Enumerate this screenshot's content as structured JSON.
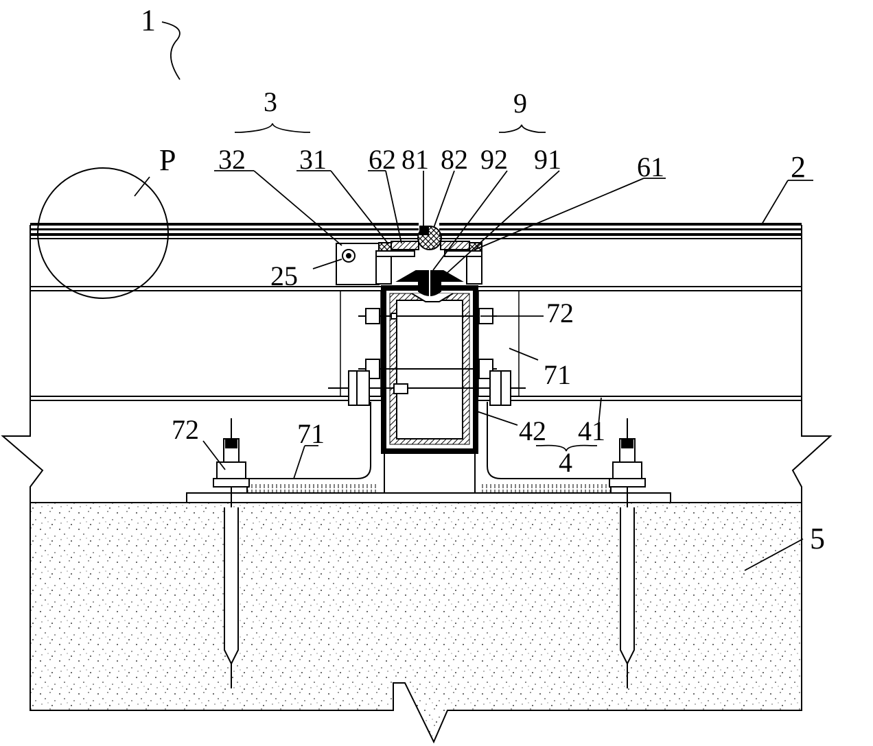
{
  "figure": {
    "callouts": {
      "assembly": "1",
      "panel": "2",
      "group3": "3",
      "c32": "32",
      "c31": "31",
      "c62": "62",
      "c81": "81",
      "c82": "82",
      "group9": "9",
      "c92": "92",
      "c91": "91",
      "c61": "61",
      "c25": "25",
      "detailP": "P",
      "c72_upper": "72",
      "c71_upper": "71",
      "c72_lower": "72",
      "c71_lower": "71",
      "c42": "42",
      "c41": "41",
      "group4": "4",
      "foundation": "5"
    }
  }
}
